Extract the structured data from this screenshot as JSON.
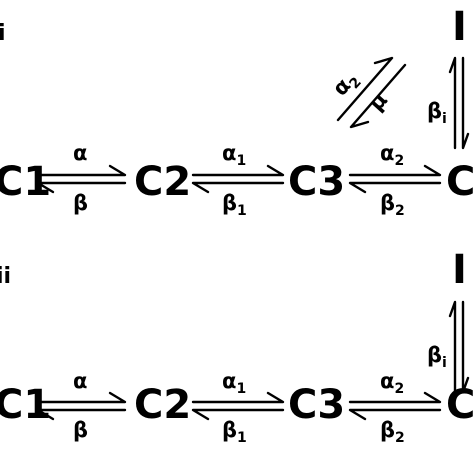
{
  "panels": [
    {
      "label": "i",
      "nodes": [
        "C1",
        "C2",
        "C3",
        "C",
        "I"
      ],
      "horizontal_rates": [
        {
          "forward": "α",
          "forward_sub": "",
          "backward": "β",
          "backward_sub": ""
        },
        {
          "forward": "α",
          "forward_sub": "1",
          "backward": "β",
          "backward_sub": "1"
        },
        {
          "forward": "α",
          "forward_sub": "2",
          "backward": "β",
          "backward_sub": "2"
        }
      ],
      "diagonal_rates": {
        "up": "α",
        "up_sub": "2",
        "down": "μ"
      },
      "vertical_rate": {
        "label": "β",
        "sub": "i"
      }
    },
    {
      "label": "ii",
      "nodes": [
        "C1",
        "C2",
        "C3",
        "C",
        "I"
      ],
      "horizontal_rates": [
        {
          "forward": "α",
          "forward_sub": "",
          "backward": "β",
          "backward_sub": ""
        },
        {
          "forward": "α",
          "forward_sub": "1",
          "backward": "β",
          "backward_sub": "1"
        },
        {
          "forward": "α",
          "forward_sub": "2",
          "backward": "β",
          "backward_sub": "2"
        }
      ],
      "vertical_rate": {
        "label": "β",
        "sub": "i"
      }
    }
  ]
}
